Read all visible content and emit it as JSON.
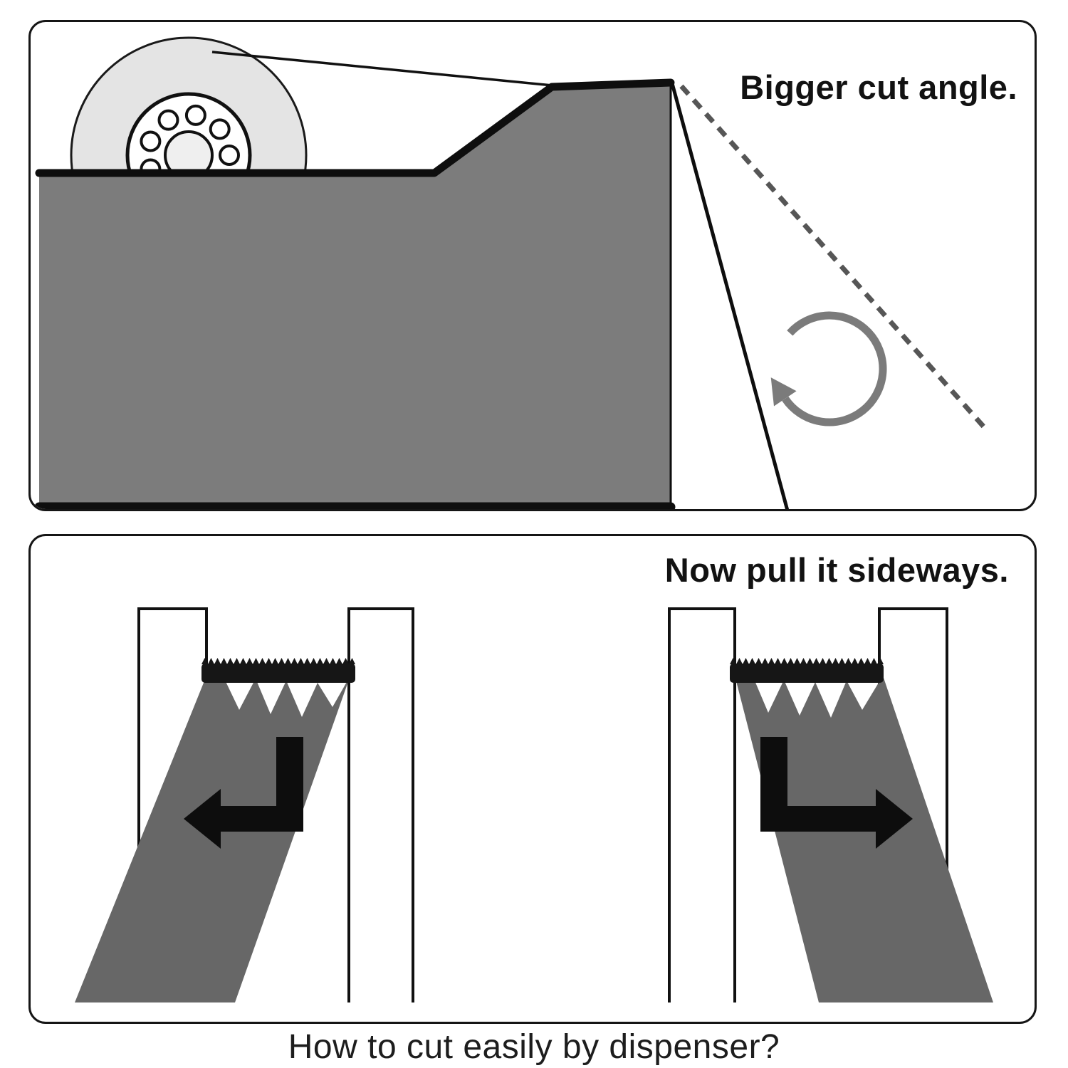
{
  "top_panel": {
    "label": "Bigger cut angle."
  },
  "bottom_panel": {
    "label": "Now pull it sideways."
  },
  "caption": "How to cut easily by dispenser?",
  "colors": {
    "outline": "#111111",
    "dispenser_body": "#7c7c7c",
    "tape_roll": "#e4e4e4",
    "roll_hub": "#ffffff",
    "tape_strip": "#676767",
    "blade": "#161616",
    "pull_arrow": "#0d0d0d",
    "rotation_arrow": "#7b7b7b",
    "dashed_line": "#565656"
  },
  "icons": {
    "rotation_arrow": "circular-rotation-arrow",
    "pull_left_arrow": "elbow-arrow-down-left",
    "pull_right_arrow": "elbow-arrow-down-right",
    "dashed_angle_line": "dashed-diagonal-line"
  }
}
